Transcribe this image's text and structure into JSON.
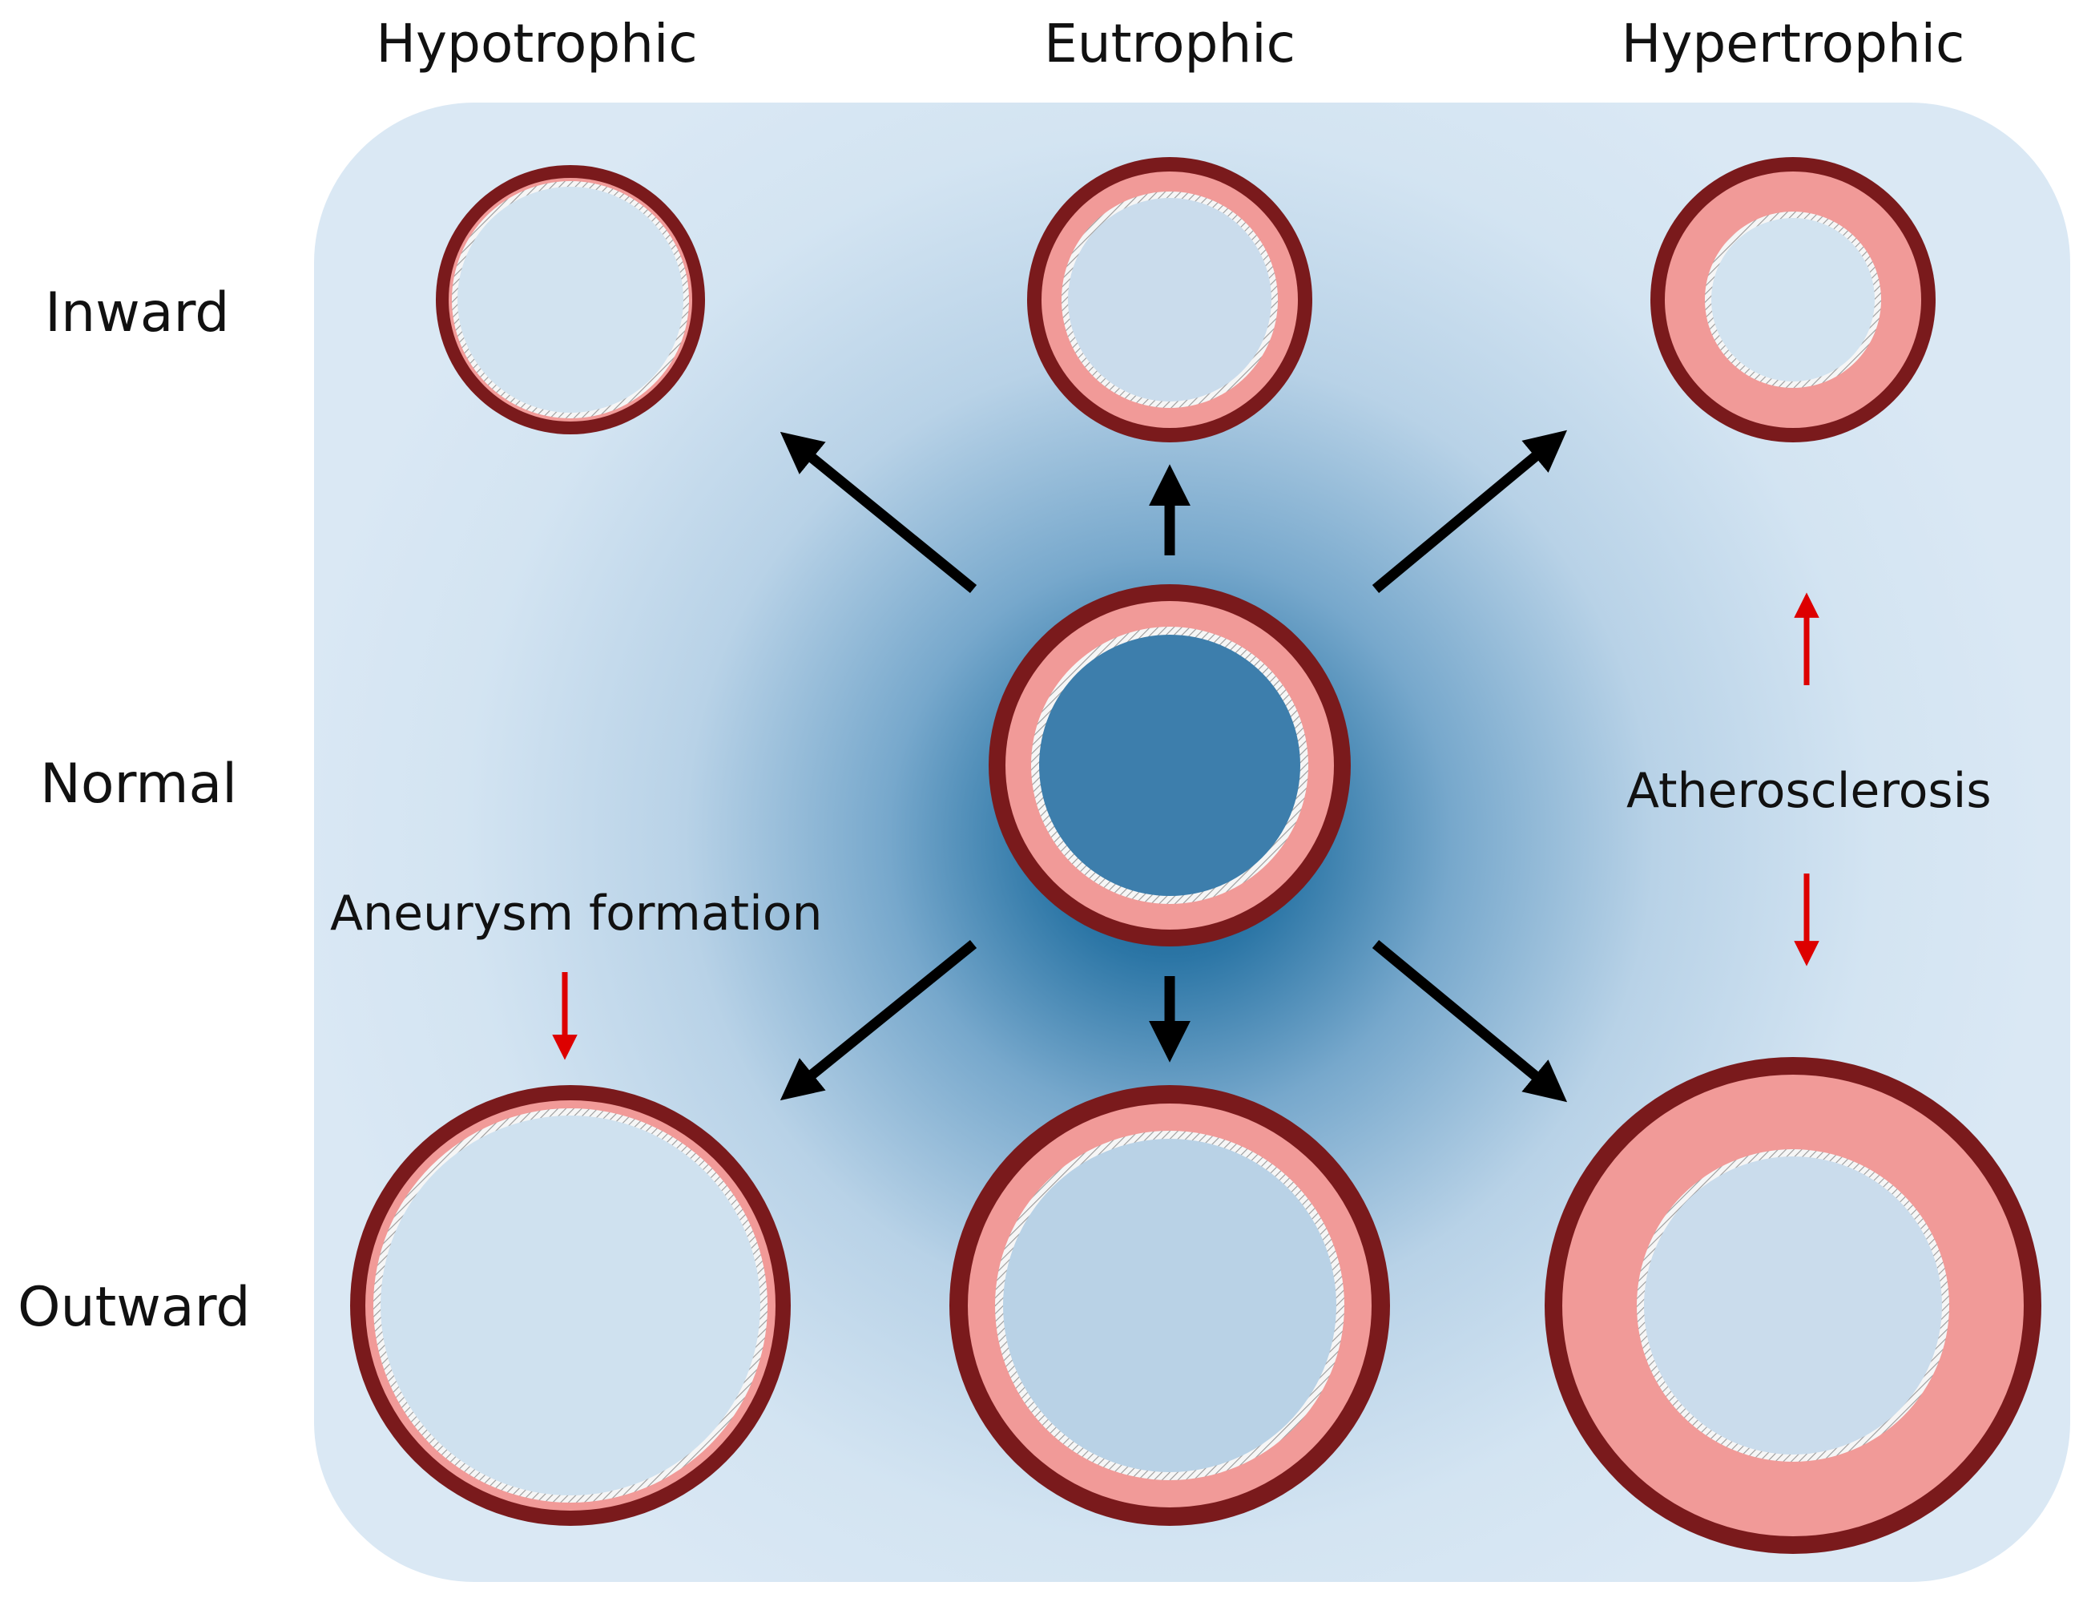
{
  "columns": [
    "Hypotrophic",
    "Eutrophic",
    "Hypertrophic"
  ],
  "rows": [
    "Inward",
    "Normal",
    "Outward"
  ],
  "annotations": {
    "aneurysm": "Aneurysm formation",
    "atherosclerosis": "Atherosclerosis"
  },
  "vessels": [
    {
      "id": "inward-hypotrophic",
      "row": "Inward",
      "col": "Hypotrophic"
    },
    {
      "id": "inward-eutrophic",
      "row": "Inward",
      "col": "Eutrophic"
    },
    {
      "id": "inward-hypertrophic",
      "row": "Inward",
      "col": "Hypertrophic"
    },
    {
      "id": "normal",
      "row": "Normal",
      "col": "Eutrophic"
    },
    {
      "id": "outward-hypotrophic",
      "row": "Outward",
      "col": "Hypotrophic"
    },
    {
      "id": "outward-eutrophic",
      "row": "Outward",
      "col": "Eutrophic"
    },
    {
      "id": "outward-hypertrophic",
      "row": "Outward",
      "col": "Hypertrophic"
    }
  ],
  "colors": {
    "adventitia": "#7a1a1c",
    "media": "#f19a98",
    "intima": "#f4f4f4",
    "panel_light": "#dae8f4",
    "panel_center": "#0b5688",
    "arrow_main": "#000000",
    "arrow_note": "#dd0000",
    "text": "#111111"
  }
}
